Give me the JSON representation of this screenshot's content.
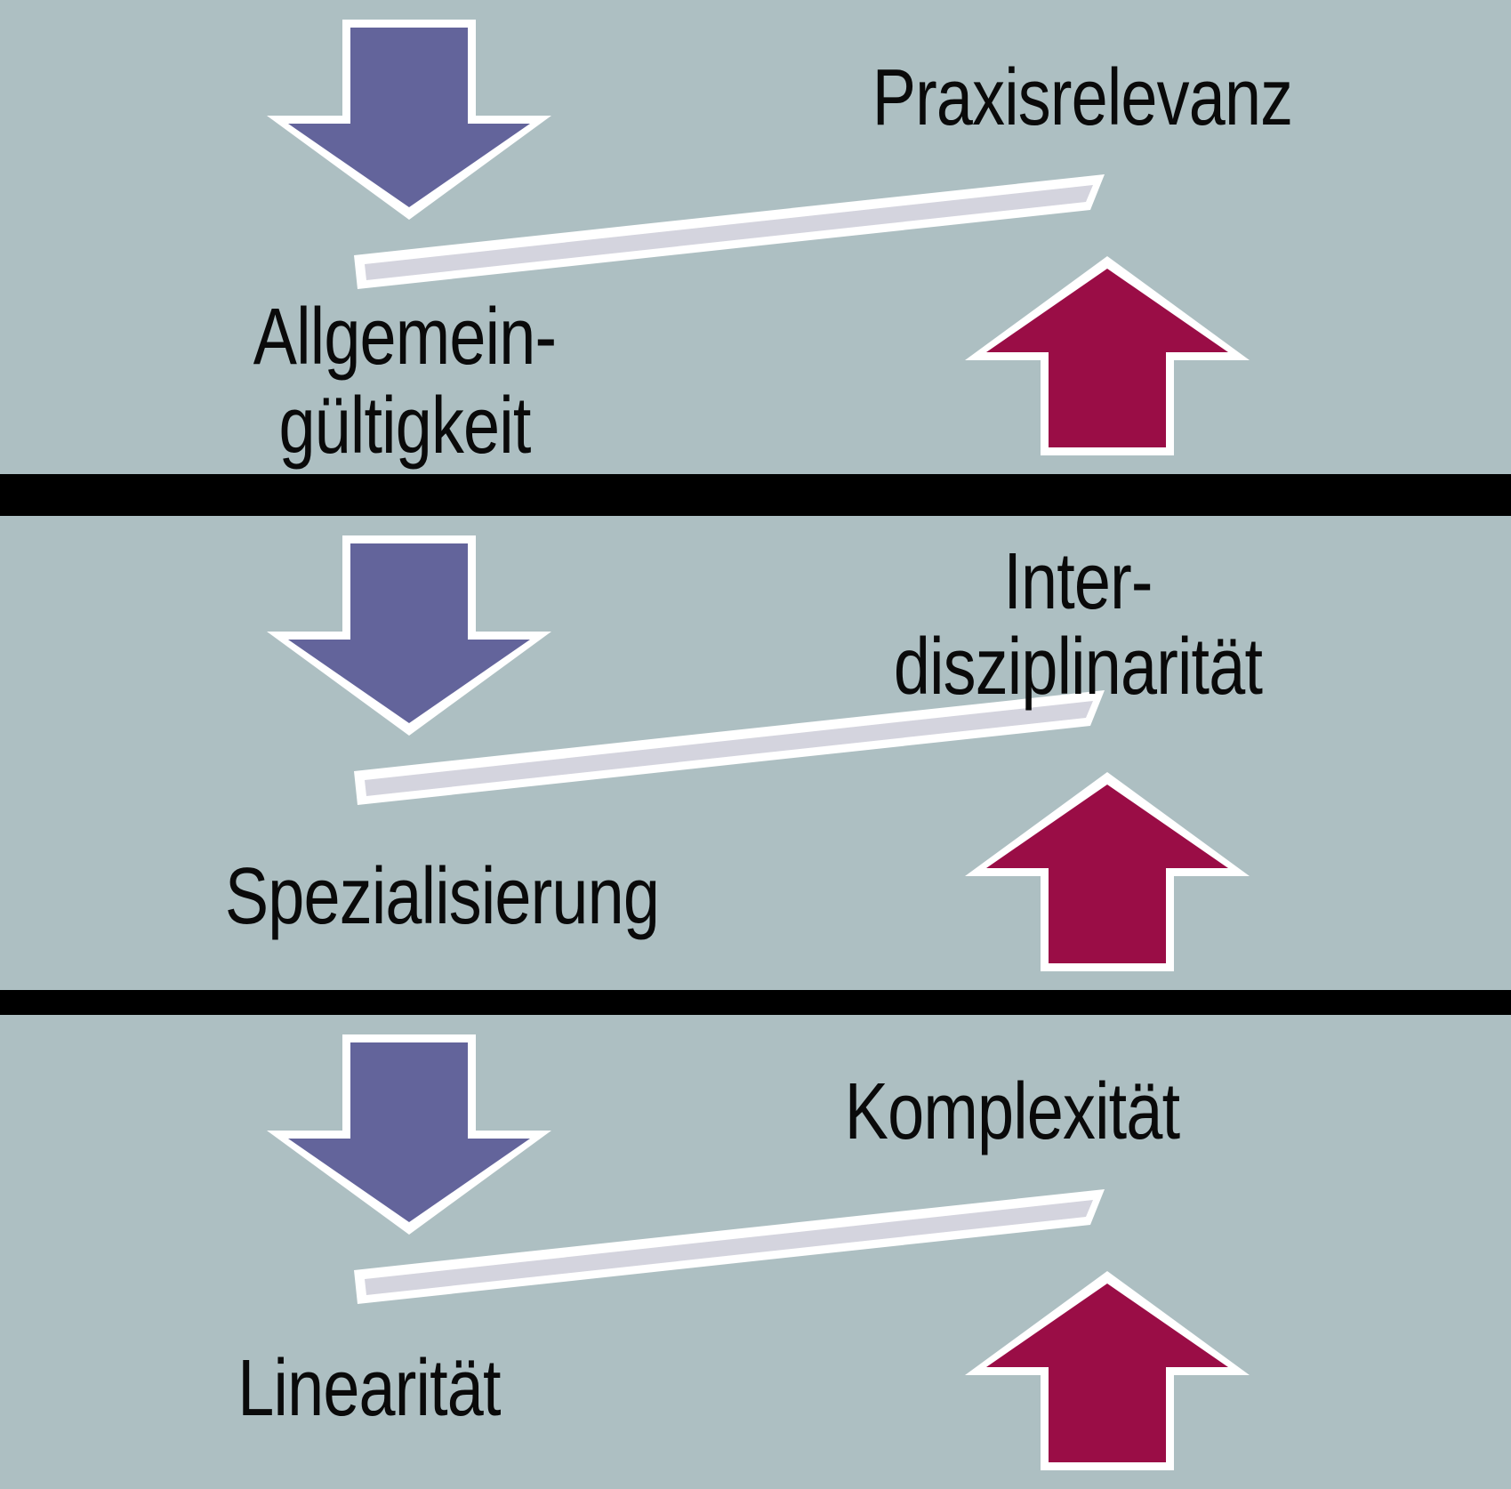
{
  "figure": {
    "description_colors": {
      "background": "#ADBFC2",
      "down_arrow": "#63649B",
      "up_arrow": "#9A0D46",
      "beam_fill": "#D4D4DE",
      "beam_outline": "#FFFFFF",
      "divider": "#000000",
      "text": "#0A0A0A"
    }
  },
  "panels": [
    {
      "decreasing": {
        "lines": [
          "Allgemein-",
          "gültigkeit"
        ]
      },
      "increasing": {
        "lines": [
          "Praxisrelevanz"
        ]
      }
    },
    {
      "decreasing": {
        "lines": [
          "Spezialisierung"
        ]
      },
      "increasing": {
        "lines": [
          "Inter-",
          "disziplinarität"
        ]
      }
    },
    {
      "decreasing": {
        "lines": [
          "Linearität"
        ]
      },
      "increasing": {
        "lines": [
          "Komplexität"
        ]
      }
    }
  ]
}
